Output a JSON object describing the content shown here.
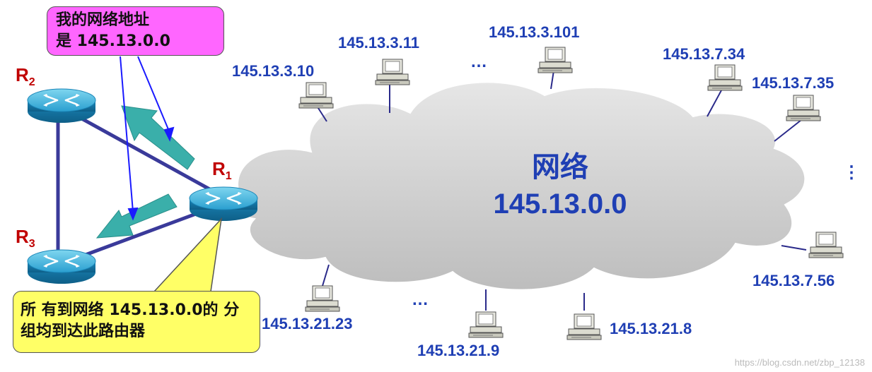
{
  "network": {
    "name": "网络",
    "address": "145.13.0.0"
  },
  "routers": [
    {
      "id": "R1",
      "letter": "R",
      "sub": "1"
    },
    {
      "id": "R2",
      "letter": "R",
      "sub": "2"
    },
    {
      "id": "R3",
      "letter": "R",
      "sub": "3"
    }
  ],
  "hosts": {
    "h1": "145.13.3.10",
    "h2": "145.13.3.11",
    "h3": "145.13.3.101",
    "h4": "145.13.7.34",
    "h5": "145.13.7.35",
    "h6": "145.13.7.56",
    "h7": "145.13.21.8",
    "h8": "145.13.21.9",
    "h9": "145.13.21.23"
  },
  "ellipses": {
    "top": "…",
    "bottom": "…",
    "right": "⋮"
  },
  "callouts": {
    "top_line1": "我的网络地址",
    "top_line2": "是 145.13.0.0",
    "bottom_line1": "所 有到网络 145.13.0.0的 分",
    "bottom_line2": "组均到达此路由器"
  },
  "colors": {
    "text_blue": "#1f3fb4",
    "router_label_red": "#c00000",
    "link_line": "#3a3a9a",
    "arrow_teal": "#3aafaa",
    "callout_pink": "#ff66ff",
    "callout_yellow": "#ffff66",
    "cloud_fill": "#cfcfcf"
  },
  "watermark": "https://blog.csdn.net/zbp_12138"
}
